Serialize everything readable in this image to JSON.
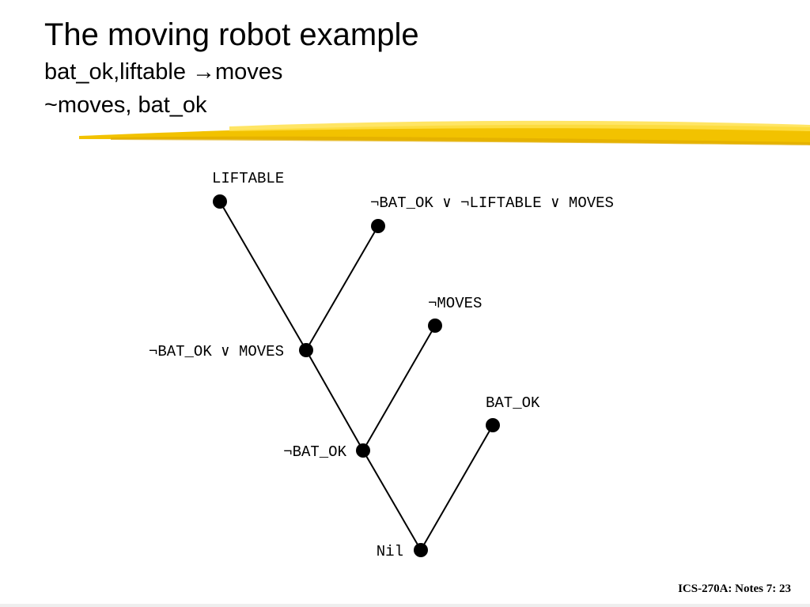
{
  "slide": {
    "title": "The moving robot example",
    "lines": [
      "bat_ok,liftable →moves",
      "~moves, bat_ok"
    ],
    "footer": "ICS-270A: Notes 7: 23"
  },
  "colors": {
    "highlight_stroke": "#f2c200",
    "highlight_light": "#ffe04a",
    "edge": "#000000",
    "node": "#000000"
  },
  "diagram": {
    "nodes": [
      {
        "id": "liftable",
        "label": "LIFTABLE"
      },
      {
        "id": "rule",
        "label": "¬BAT_OK ∨ ¬LIFTABLE ∨ MOVES"
      },
      {
        "id": "r1",
        "label": "¬BAT_OK ∨ MOVES"
      },
      {
        "id": "notmoves",
        "label": "¬MOVES"
      },
      {
        "id": "r2",
        "label": "¬BAT_OK"
      },
      {
        "id": "batok",
        "label": "BAT_OK"
      },
      {
        "id": "nil",
        "label": "Nil"
      }
    ],
    "edges": [
      [
        "liftable",
        "r1"
      ],
      [
        "rule",
        "r1"
      ],
      [
        "r1",
        "r2"
      ],
      [
        "notmoves",
        "r2"
      ],
      [
        "r2",
        "nil"
      ],
      [
        "batok",
        "nil"
      ]
    ]
  }
}
